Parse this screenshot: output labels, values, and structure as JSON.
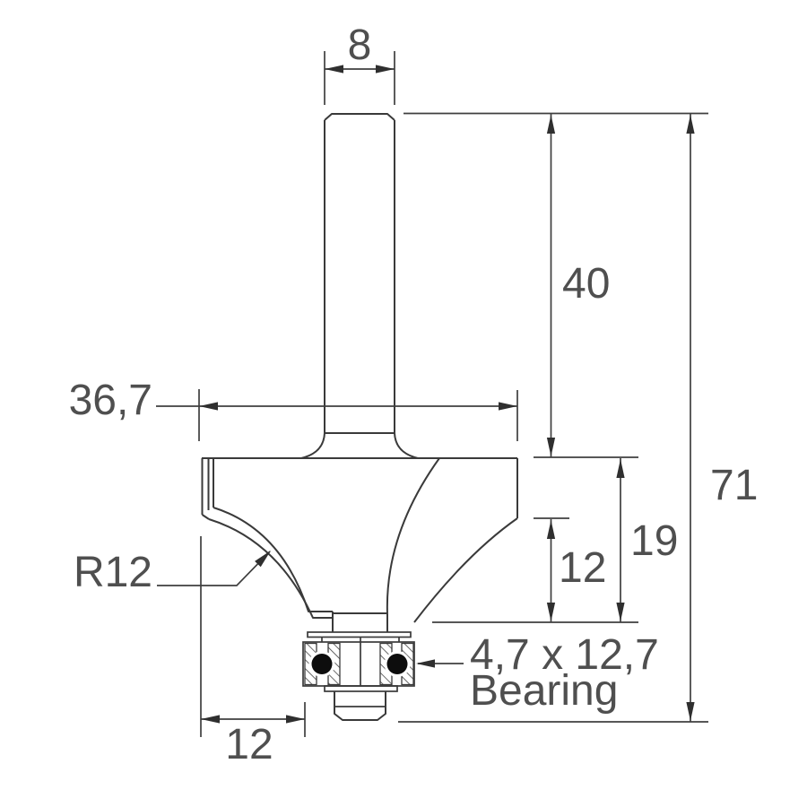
{
  "dims": {
    "shank_diameter": "8",
    "shank_length": "40",
    "overall_length": "71",
    "cutting_diameter": "36,7",
    "cutting_height": "19",
    "radius_height": "12",
    "radius": "R12",
    "bearing_size": "4,7 x 12,7",
    "bearing_word": "Bearing",
    "edge_to_bearing": "12"
  },
  "colors": {
    "line": "#3a3a3a",
    "text": "#4f4f4f",
    "background": "#ffffff",
    "bearing_ball": "#0d0d0d"
  }
}
